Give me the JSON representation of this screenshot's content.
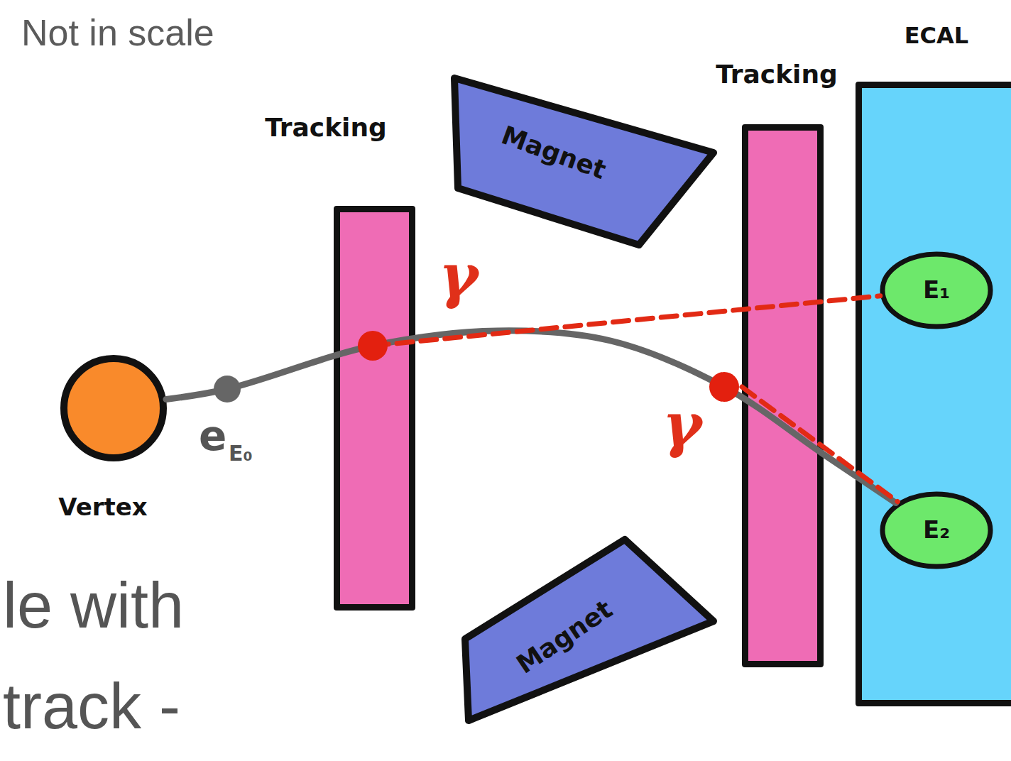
{
  "diagram": {
    "nodes": [
      {
        "text": [
          "Vertex"
        ]
      },
      {
        "text": [
          "Tracking"
        ]
      },
      {
        "text": [
          "Magnet"
        ]
      },
      {
        "text": [
          "Magnet"
        ]
      },
      {
        "text": [
          "Tracking"
        ]
      },
      {
        "text": [
          "ECAL"
        ]
      },
      {
        "text": [
          "E₁"
        ],
        "in": 5
      },
      {
        "text": [
          "E₂"
        ],
        "in": 5
      }
    ],
    "edges": [
      {
        "from": 0,
        "to": 7,
        "arrow": "none",
        "label": "e"
      },
      {
        "from": 1,
        "to": 6,
        "arrow": "none",
        "label": "γ"
      },
      {
        "from": 4,
        "to": 7,
        "arrow": "none",
        "label": "γ"
      }
    ],
    "labels": [
      "Not in scale",
      "E₀",
      "le with",
      "track -"
    ]
  }
}
